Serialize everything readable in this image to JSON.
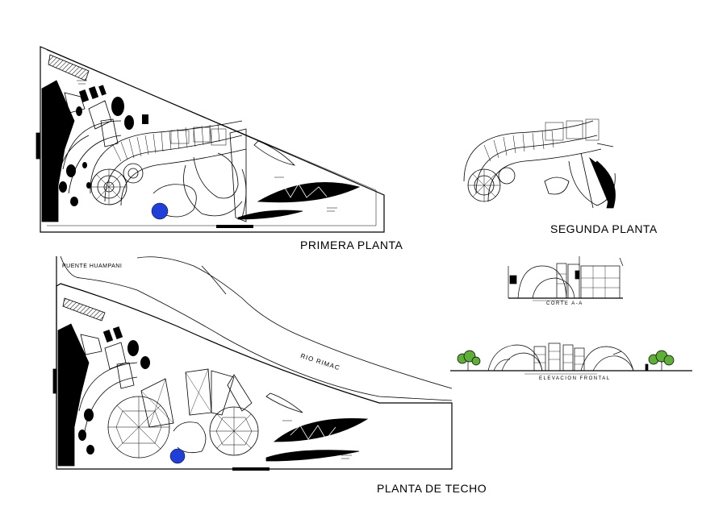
{
  "drawing_sheet": {
    "labels": {
      "primera_planta": "PRIMERA PLANTA",
      "segunda_planta": "SEGUNDA  PLANTA",
      "planta_de_techo": "PLANTA DE TECHO",
      "puente": "PUENTE HUAMPANI",
      "rio": "RIO  RIMAC",
      "corte": "CORTE A-A",
      "elevacion": "ELEVACION FRONTAL"
    },
    "colors": {
      "line": "#000000",
      "pool": "#1f3fd6",
      "tree": "#5fae3a",
      "paper": "#ffffff"
    }
  }
}
